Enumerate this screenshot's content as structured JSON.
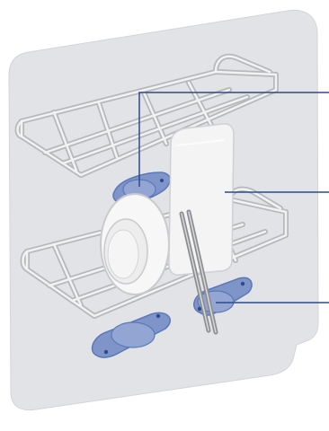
{
  "illustration": {
    "subject": "dish-rack-with-plate-cutting-board-and-tongs",
    "colors": {
      "background": "#ffffff",
      "cabinet": "#e2e3e6",
      "cabinet_edge": "#d2d4d8",
      "wire": "#b7b8bb",
      "wire_light": "#f2f2f3",
      "accent": "#5a78b8",
      "accent_fill": "#7f95c9",
      "leader_line": "#2e4a8a",
      "plate": "#f7f7f7",
      "plate_edge": "#c9cacd",
      "board": "#f4f4f4",
      "tongs": "#8c8e92"
    },
    "callouts": [
      {
        "name": "suction-holder-top",
        "target": "holder-on-upper-shelf"
      },
      {
        "name": "cutting-board-slot",
        "target": "cutting-board"
      },
      {
        "name": "suction-holder-bottom",
        "target": "holder-under-lower-shelf"
      }
    ]
  }
}
